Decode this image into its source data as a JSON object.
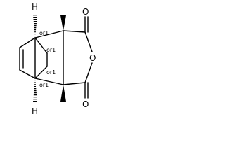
{
  "molecule": {
    "atoms": {
      "h_top": "H",
      "h_bottom": "H",
      "o_top": "O",
      "o_ring": "O",
      "o_bottom": "O"
    },
    "stereo_labels": {
      "c1": "or1",
      "c2": "or1",
      "c3": "or1",
      "c4": "or1"
    }
  },
  "colors": {
    "stroke": "#000000",
    "background": "#ffffff"
  }
}
